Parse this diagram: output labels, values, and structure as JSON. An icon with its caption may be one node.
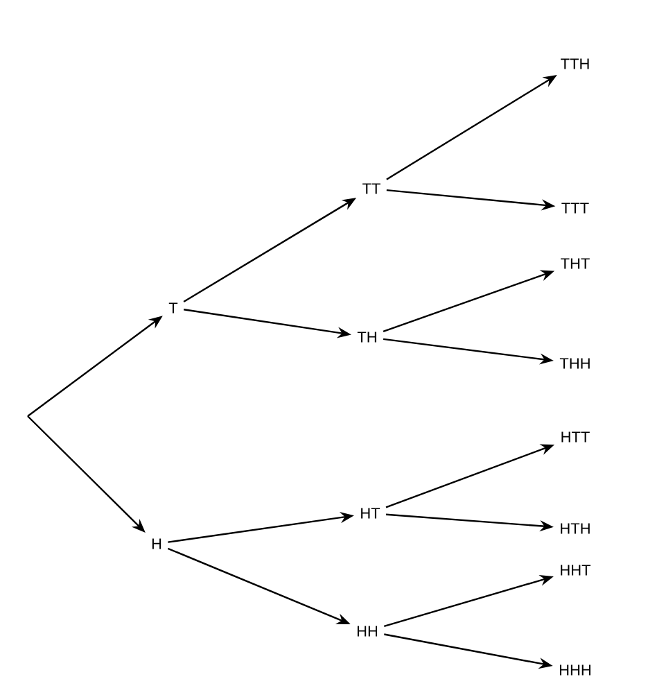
{
  "diagram": {
    "nodes": [
      {
        "text": [
          "T"
        ]
      },
      {
        "text": [
          "H"
        ]
      },
      {
        "text": [
          "TT"
        ]
      },
      {
        "text": [
          "TH"
        ]
      },
      {
        "text": [
          "HT"
        ]
      },
      {
        "text": [
          "HH"
        ]
      },
      {
        "text": [
          "TTH"
        ]
      },
      {
        "text": [
          "TTT"
        ]
      },
      {
        "text": [
          "THT"
        ]
      },
      {
        "text": [
          "THH"
        ]
      },
      {
        "text": [
          "HTT"
        ]
      },
      {
        "text": [
          "HTH"
        ]
      },
      {
        "text": [
          "HHT"
        ]
      },
      {
        "text": [
          "HHH"
        ]
      }
    ],
    "edges": [
      {
        "from": null,
        "to": 0,
        "arrow": "to"
      },
      {
        "from": null,
        "to": 1,
        "arrow": "to"
      },
      {
        "from": 0,
        "to": 2,
        "arrow": "to"
      },
      {
        "from": 0,
        "to": 3,
        "arrow": "to"
      },
      {
        "from": 1,
        "to": 4,
        "arrow": "to"
      },
      {
        "from": 1,
        "to": 5,
        "arrow": "to"
      },
      {
        "from": 2,
        "to": 6,
        "arrow": "to"
      },
      {
        "from": 2,
        "to": 7,
        "arrow": "to"
      },
      {
        "from": 3,
        "to": 8,
        "arrow": "to"
      },
      {
        "from": 3,
        "to": 9,
        "arrow": "to"
      },
      {
        "from": 4,
        "to": 10,
        "arrow": "to"
      },
      {
        "from": 4,
        "to": 11,
        "arrow": "to"
      },
      {
        "from": 5,
        "to": 12,
        "arrow": "to"
      },
      {
        "from": 5,
        "to": 13,
        "arrow": "to"
      }
    ]
  }
}
